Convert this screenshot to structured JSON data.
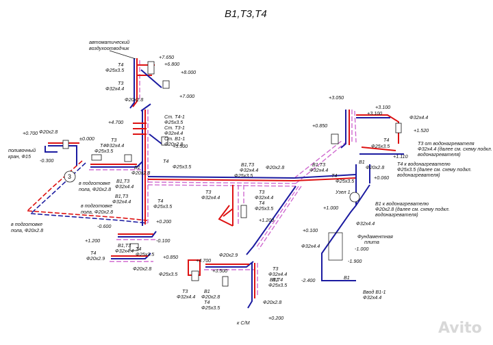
{
  "title": "В1,Т3,Т4",
  "labels": {
    "vent": [
      "автоматический",
      "воздухоотводчик"
    ],
    "lv_7650": "+7.650",
    "lv_6800": "+6.800",
    "lv_8000": "+8.000",
    "lv_7000": "+7.000",
    "t4_a": "Т4",
    "d25_a": "Ф25х3.5",
    "t3_a": "Т3",
    "d32_a": "Ф32х4.4",
    "d20_a": "Ф20х2.8",
    "st_t41": "Ст. Т4-1",
    "st_t41_d": "Ф25х3.5",
    "st_t31": "Ст. Т3-1",
    "st_t31_d": "Ф32х4.4",
    "st_b11": "Ст. В1-1",
    "st_b11_d": "Ф20х2.8",
    "lv_4700_a": "+4.700",
    "lv_3500_a": "+3.500",
    "lv_0700": "+0.700",
    "d20_b": "Ф20х2.8",
    "lv_0000": "±0.000",
    "poliv": [
      "поливочный",
      "кран, Ф15"
    ],
    "lv_m0300": "-0.300",
    "t3_b": "Т3",
    "d32_b": "Ф32х4.4",
    "t4_b": "Т4",
    "d25_b": "Ф25х3.5",
    "circle3": "3",
    "podg1": [
      "в подготовке",
      "пола, Ф20х2.8"
    ],
    "b1_a": "В1",
    "d20_c": "Ф20х2.8",
    "t4_c": "Т4",
    "d25_c": "Ф25х3.5",
    "b1t3_a": "В1,Т3",
    "d32_c": "Ф32х4.4",
    "b1t3_b": "В1,Т3",
    "d32_d": "Ф32х4.4",
    "podg2": [
      "в подготовке",
      "пола, Ф20х2.8"
    ],
    "t4_d": "Т4",
    "d25_d": "Ф25х3.5",
    "podg3": [
      "в подготовке",
      "пола, Ф20х2.8"
    ],
    "lv_m0600": "-0.600",
    "lv_0200_a": "+0.200",
    "lv_1200_a": "+1.200",
    "b1t3_c": "В1,Т3",
    "d32_e": "Ф32х4.4",
    "lv_m0100": "-0.100",
    "t4_e": "Т4",
    "d25_e": "Ф25х3.5",
    "t4_f": "Т4",
    "d20_e": "Ф20х2.9",
    "lv_0850_a": "+0.850",
    "d20_f": "Ф20х2.8",
    "lv_3050": "+3.050",
    "lv_3100_a": "+3.100",
    "lv_3100_b": "+3.100",
    "lv_0850_b": "+0.850",
    "d32_f": "Ф32х4.4",
    "lv_1520": "+1.520",
    "t4_g": "Т4",
    "d25_f": "Ф25х3.5",
    "t3_heater": [
      "Т3 от водонагревателя",
      "Ф32х4.4 (далее см. схему подкл.",
      "водонагревателя)"
    ],
    "lv_1110": "+1.110",
    "t4_heater": [
      "Т4 к водонагревателю",
      "Ф25х3.5 (далее см. схему подкл.",
      "водонагревателя)"
    ],
    "b1t3_d": "В1,Т3",
    "d32_g": "Ф32х4.4",
    "d20_g": "Ф20х2.8",
    "d25_g": "Ф25х3.5",
    "b1t3_e": "В1,Т3",
    "d32_h": "Ф32х4.4",
    "b1_b": "В1",
    "d20_h": "Ф20х2.8",
    "lv_0060": "+0.060",
    "t4_h": "Т4",
    "d25_h": "Ф25х3.5",
    "uzel1": "Узел 1",
    "t3_c": "Т3",
    "d32_i": "Ф32х4.4",
    "t3_d": "Т3",
    "d32_j": "Ф32х4.4",
    "t4_i": "Т4",
    "d25_i": "Ф25х3.5",
    "lv_1000_a": "+1.000",
    "b1_heater": [
      "В1 к водонагревателю",
      "Ф20х2.8 (далее см. схему подкл.",
      "водонагревателя)"
    ],
    "lv_1200_b": "+1.200",
    "d32_k": "Ф32х4.4",
    "lv_0100": "+0.100",
    "fund": [
      "Фундаментная",
      "плита"
    ],
    "lv_m1000": "-1.000",
    "d32_l": "Ф32х4.4",
    "lv_m1900": "-1.900",
    "lv_m2400": "-2.400",
    "b1_c": "В1",
    "vvod": [
      "Ввод В1-1",
      "Ф32х4.4"
    ],
    "lv_4700_b": "+4.700",
    "d20_i": "Ф20х2.9",
    "lv_3500_b": "+3.500",
    "t3_e": "Т3",
    "d32_m": "Ф32х4.4",
    "b1_d": "В1",
    "b1t4": "В1,Т4",
    "d25_j": "Ф25х3.5",
    "d25_k": "Ф25х3.5",
    "t3_f": "Т3",
    "d32_n": "Ф32х4.4",
    "b1_e": "В1",
    "d20_j": "Ф20х2.8",
    "t4_j": "Т4",
    "d25_l": "Ф25х3.5",
    "d20_k": "Ф20х2.8",
    "ksm": "к С/М",
    "lv_0200_b": "+0.200"
  },
  "watermark": "Avito",
  "colors": {
    "cold": "#1a1aa0",
    "hot": "#d11",
    "recirc": "#d06ad0"
  }
}
